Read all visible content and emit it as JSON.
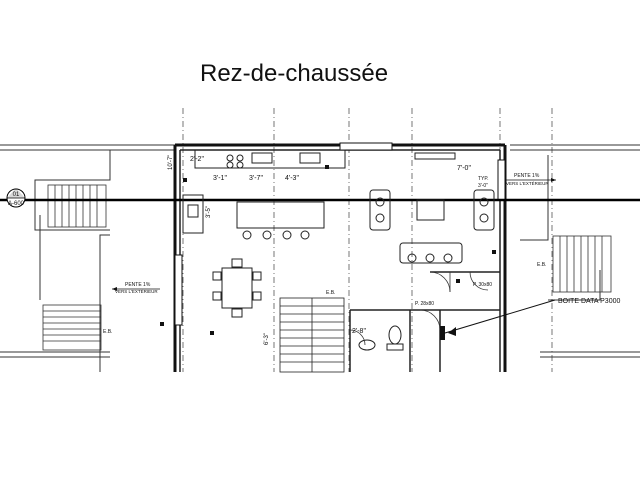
{
  "title": "Rez-de-chaussée",
  "section_marker": {
    "number": "01",
    "sheet": "A-600"
  },
  "slopes": {
    "left": {
      "line1": "PENTE 1%",
      "line2": "VERS L'EXTÉRIEUR"
    },
    "right": {
      "line1": "PENTE 1%",
      "line2": "VERS L'EXTÉRIEUR"
    }
  },
  "dimensions": {
    "kitchen_top": "2'-2\"",
    "left_vertical": "10'-7\"",
    "kitchen_a": "3'-1\"",
    "kitchen_b": "3'-7\"",
    "kitchen_c": "4'-3\"",
    "island_side": "3'-5\"",
    "living": "7'-0\"",
    "typ": "TYP.",
    "typ_dim": "3'-0\"",
    "powder": "2'-8\"",
    "lower_vertical": "6'-3\""
  },
  "notes": {
    "door_a": "P. 28x80",
    "door_b": "P. 30x80",
    "eb_left": "E.B.",
    "eb_center": "E.B.",
    "eb_right": "E.B."
  },
  "callout": "BOITE DATA P3000"
}
